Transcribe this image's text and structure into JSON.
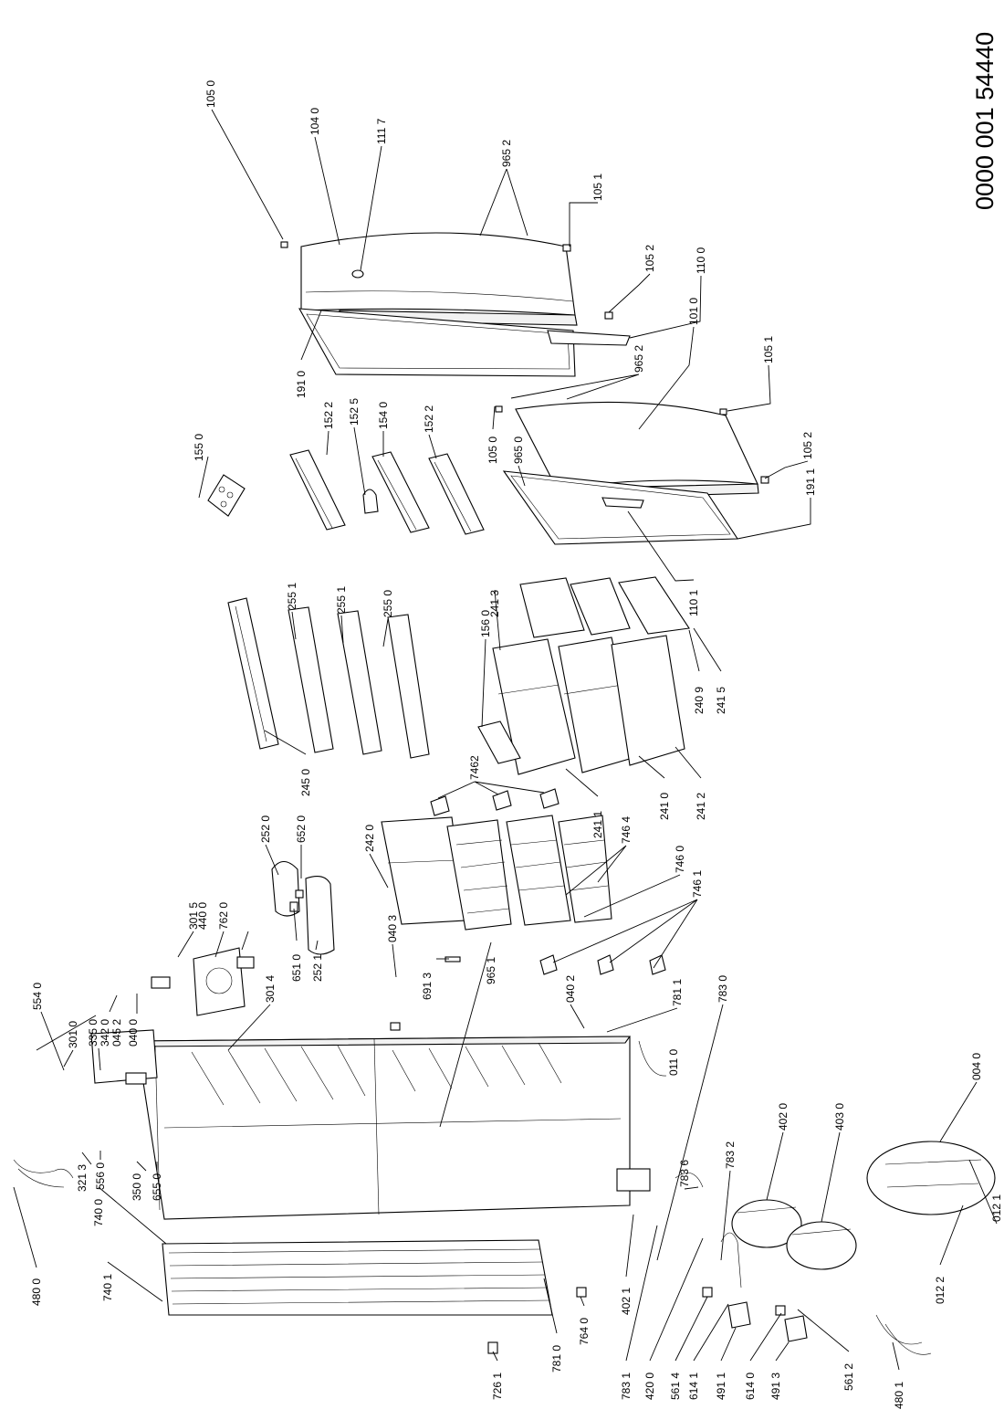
{
  "document": {
    "number": "0000 001 54440"
  },
  "labels": [
    "105 0",
    "104 0",
    "111 7",
    "965 2",
    "105 1",
    "105 2",
    "110 0",
    "191 0",
    "965 2",
    "101 0",
    "105 1",
    "105 0",
    "965 0",
    "105 2",
    "191 1",
    "110 1",
    "155 0",
    "152 2",
    "152 5",
    "154 0",
    "152 2",
    "255 1",
    "255 1",
    "255 0",
    "245 0",
    "241 3",
    "156 0",
    "240 9",
    "241 5",
    "241 0",
    "241 2",
    "7462",
    "241 1",
    "746 4",
    "746 0",
    "746 1",
    "242 0",
    "252 0",
    "652 0",
    "301 5",
    "440 0",
    "762 0",
    "301 4",
    "651 0",
    "252 1",
    "040 3",
    "691 3",
    "965 1",
    "040 2",
    "781 1",
    "783 0",
    "554 0",
    "301 0",
    "335 0",
    "342 0",
    "045 2",
    "040 0",
    "011 0",
    "783 6",
    "783 2",
    "402 0",
    "403 0",
    "004 0",
    "012 1",
    "012 2",
    "321 3",
    "556 0",
    "350 0",
    "655 0",
    "740 0",
    "740 1",
    "480 0",
    "781 0",
    "402 1",
    "764 0",
    "726 1",
    "783 1",
    "420 0",
    "561 4",
    "614 1",
    "491 1",
    "614 0",
    "491 3",
    "561 2",
    "480 1"
  ]
}
